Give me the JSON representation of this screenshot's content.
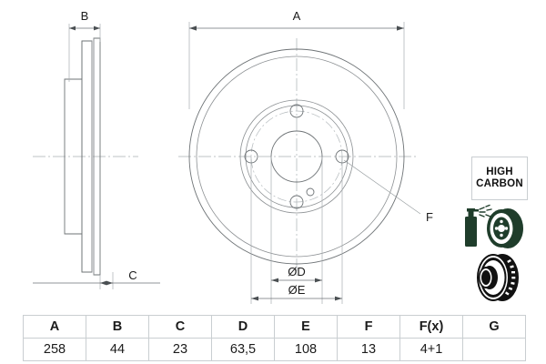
{
  "document": {
    "type": "brake-disc-technical-drawing",
    "views": [
      "side-section-view",
      "front-view"
    ]
  },
  "dimensions": {
    "a_label": "A",
    "b_label": "B",
    "c_label": "C",
    "d_label": "ØD",
    "e_label": "ØE",
    "f_label": "F"
  },
  "table": {
    "headers": [
      "A",
      "B",
      "C",
      "D",
      "E",
      "F",
      "F(x)",
      "G"
    ],
    "values": [
      "258",
      "44",
      "23",
      "63,5",
      "108",
      "13",
      "4+1",
      ""
    ]
  },
  "badge": {
    "line1": "HIGH",
    "line2": "CARBON"
  },
  "icons": {
    "coating": "spray-can-disc-coating-icon",
    "vented": "vented-brake-disc-icon"
  },
  "colors": {
    "line": "#6e7376",
    "line_light": "#a7adb0",
    "center_line": "#a9b0b4",
    "text": "#1b1b1b",
    "table_border": "#c9ced1",
    "icon_green": "#1f3d2b",
    "icon_black": "#111111"
  }
}
